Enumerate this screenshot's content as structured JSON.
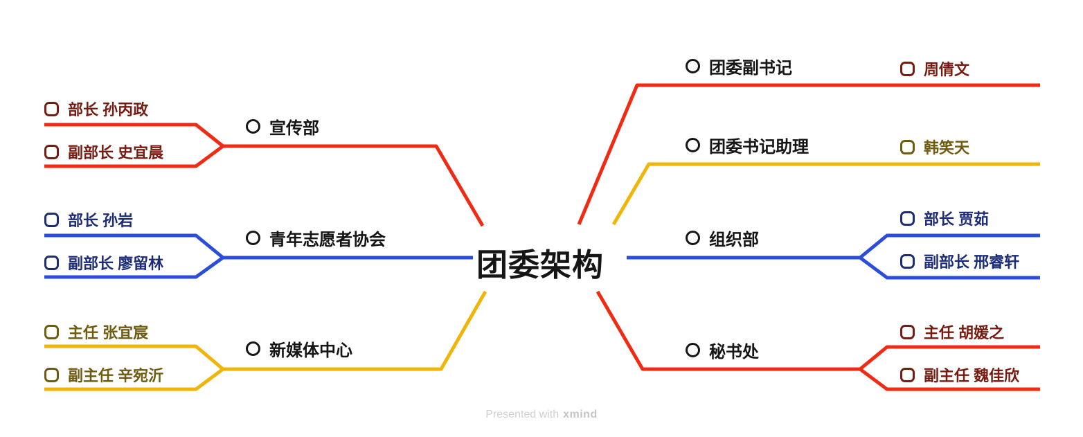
{
  "root": {
    "label": "团委架构"
  },
  "branches": {
    "left": [
      {
        "label": "宣传部",
        "color": "red",
        "children": [
          {
            "label": "部长 孙丙政"
          },
          {
            "label": "副部长 史宜晨"
          }
        ]
      },
      {
        "label": "青年志愿者协会",
        "color": "blue",
        "children": [
          {
            "label": "部长 孙岩"
          },
          {
            "label": "副部长 廖留林"
          }
        ]
      },
      {
        "label": "新媒体中心",
        "color": "yellow",
        "children": [
          {
            "label": "主任 张宜宸"
          },
          {
            "label": "副主任 辛宛沂"
          }
        ]
      }
    ],
    "right": [
      {
        "label": "团委副书记",
        "color": "red",
        "children": [
          {
            "label": "周倩文"
          }
        ]
      },
      {
        "label": "团委书记助理",
        "color": "yellow",
        "children": [
          {
            "label": "韩笑天"
          }
        ]
      },
      {
        "label": "组织部",
        "color": "blue",
        "children": [
          {
            "label": "部长 贾茹"
          },
          {
            "label": "副部长 邢睿轩"
          }
        ]
      },
      {
        "label": "秘书处",
        "color": "red",
        "children": [
          {
            "label": "主任 胡媛之"
          },
          {
            "label": "副主任 魏佳欣"
          }
        ]
      }
    ]
  },
  "colors": {
    "red": "#F12A13",
    "yellow": "#EFB509",
    "blue": "#2C4DDC",
    "dark_red": "#771B10",
    "dark_yellow": "#6E5B0E",
    "dark_blue": "#1C2C78",
    "ink": "#151515",
    "footer_gray": "#CFCFCF",
    "footer_brand_gray": "#C4C4C4"
  },
  "icons": {
    "parent_marker": "circle-outline",
    "child_marker": "rounded-square-outline"
  },
  "footer": {
    "prefix": "Presented with",
    "brand": "xmind"
  }
}
